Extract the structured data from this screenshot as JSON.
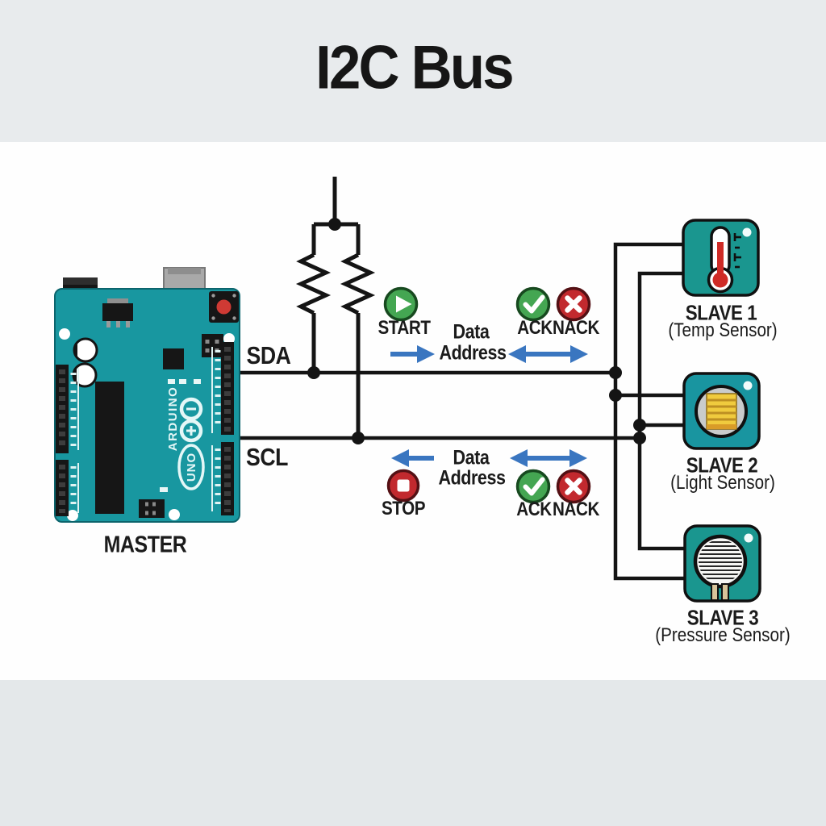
{
  "title": "I2C Bus",
  "master": {
    "label": "MASTER",
    "brand": "ARDUINO",
    "model": "UNO"
  },
  "bus": {
    "sda_label": "SDA",
    "scl_label": "SCL"
  },
  "sda_row": {
    "start_label": "START",
    "data_label": "Data",
    "address_label": "Address",
    "ack_label": "ACK",
    "nack_label": "NACK"
  },
  "scl_row": {
    "stop_label": "STOP",
    "data_label": "Data",
    "address_label": "Address",
    "ack_label": "ACK",
    "nack_label": "NACK"
  },
  "slaves": [
    {
      "name": "SLAVE 1",
      "type": "(Temp Sensor)",
      "icon": "thermometer-icon"
    },
    {
      "name": "SLAVE 2",
      "type": "(Light Sensor)",
      "icon": "light-sensor-icon"
    },
    {
      "name": "SLAVE 3",
      "type": "(Pressure Sensor)",
      "icon": "pressure-sensor-icon"
    }
  ],
  "colors": {
    "band_gray": "#e8ebed",
    "wire_black": "#141414",
    "board_teal": "#1897a0",
    "slave_teal": "#1a968f",
    "arrow_blue": "#3a76c0",
    "ok_green": "#44a652",
    "err_red": "#c2292e",
    "sensor_yellow": "#f0cb3e"
  }
}
